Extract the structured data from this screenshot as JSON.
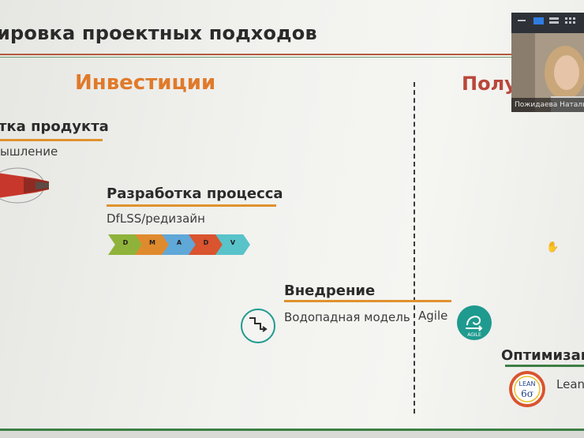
{
  "slide": {
    "title": "ировка проектных подходов",
    "header_invest": "Инвестиции",
    "header_return": "Получ",
    "sections": {
      "product": {
        "title": "тка продукта",
        "subtitle": "ышление"
      },
      "process": {
        "title": "Разработка процесса",
        "subtitle": "DfLSS/редизайн"
      },
      "implementation": {
        "title": "Внедрение",
        "subtitle_left": "Водопадная модель",
        "subtitle_right": "Agile"
      },
      "optimization": {
        "title": "Оптимизац",
        "subtitle": "Lean"
      }
    },
    "dmadv": [
      {
        "letter": "D",
        "color": "#8fb33a"
      },
      {
        "letter": "M",
        "color": "#e08a2e"
      },
      {
        "letter": "A",
        "color": "#5fa8d8"
      },
      {
        "letter": "D",
        "color": "#d9542f"
      },
      {
        "letter": "V",
        "color": "#58c3c9"
      }
    ],
    "icons": {
      "agile_label": "AGILE",
      "lean_label": "LEAN",
      "lean_sigma": "6σ"
    },
    "colors": {
      "accent_orange": "#e07a2a",
      "accent_red": "#b9473a",
      "teal": "#1f9a8e",
      "green_line": "#3d7f45"
    }
  },
  "webcam": {
    "participant_name": "Пожидаева Наталья"
  }
}
